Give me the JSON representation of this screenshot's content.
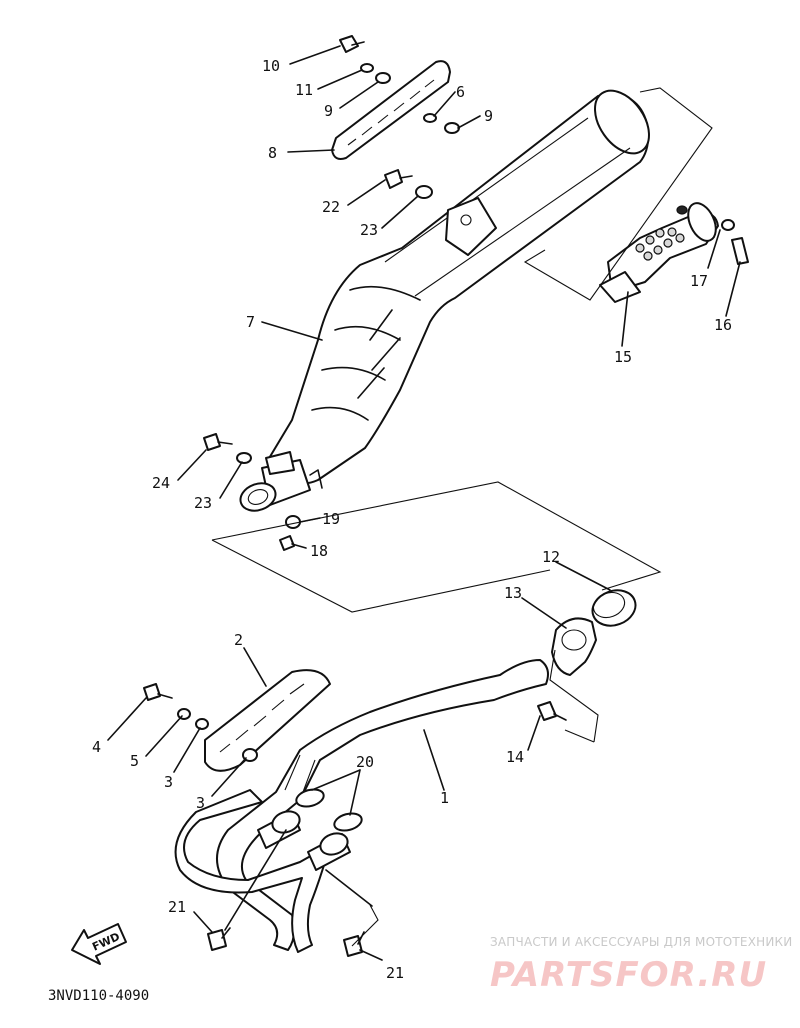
{
  "diagram": {
    "part_labels": {
      "p1": "1",
      "p2": "2",
      "p3a": "3",
      "p3b": "3",
      "p4": "4",
      "p5": "5",
      "p6": "6",
      "p7": "7",
      "p8": "8",
      "p9a": "9",
      "p9b": "9",
      "p10": "10",
      "p11": "11",
      "p12": "12",
      "p13": "13",
      "p14": "14",
      "p15": "15",
      "p16": "16",
      "p17": "17",
      "p18": "18",
      "p19": "19",
      "p20": "20",
      "p21a": "21",
      "p21b": "21",
      "p22": "22",
      "p23a": "23",
      "p23b": "23",
      "p24": "24"
    },
    "catalog_code": "3NVD110-4090",
    "fwd_label": "FWD"
  },
  "watermark": {
    "tagline": "ЗАПЧАСТИ И АКСЕССУАРЫ ДЛЯ МОТОТЕХНИКИ",
    "brand": "PARTSFOR.RU",
    "color": "#e88a8a"
  }
}
